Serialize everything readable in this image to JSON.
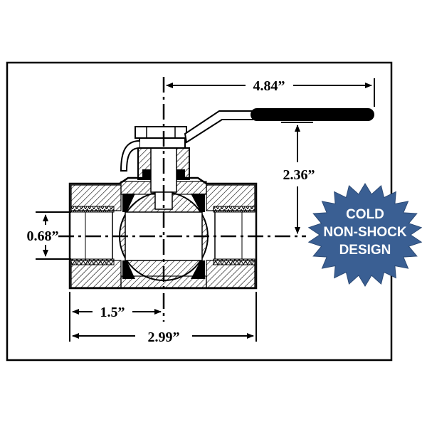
{
  "dimensions": {
    "handle_length": "4.84”",
    "height": "2.36”",
    "bore": "0.68”",
    "half_length": "1.5”",
    "overall_length": "2.99”"
  },
  "badge": {
    "line1": "COLD",
    "line2": "NON-SHOCK",
    "line3": "DESIGN",
    "color": "#3a5f93"
  }
}
